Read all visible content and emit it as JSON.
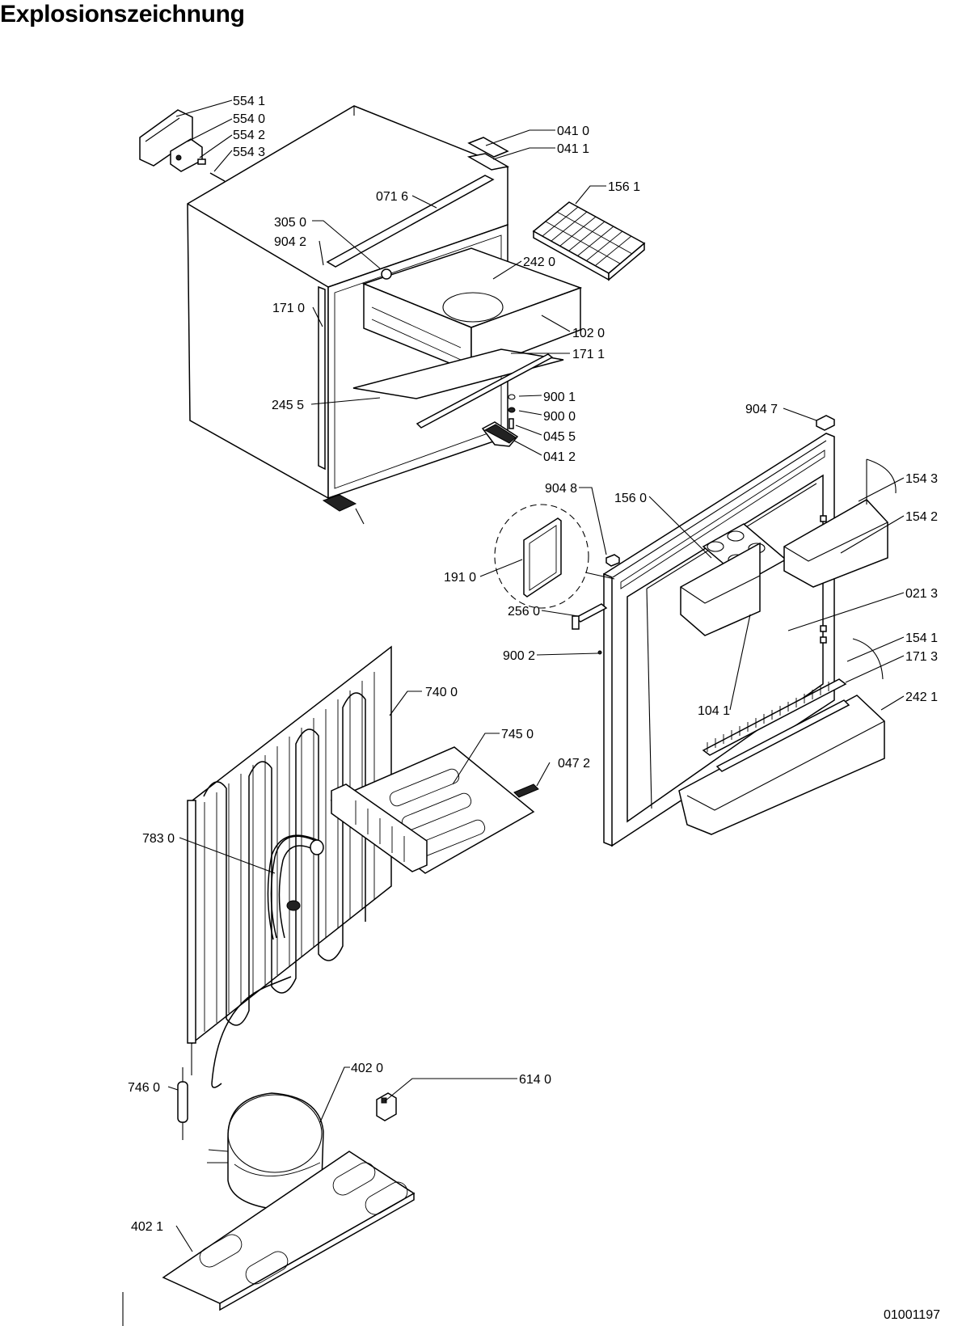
{
  "title": "Explosionszeichnung",
  "document_number": "01001197",
  "part_labels": {
    "p5541": "554 1",
    "p5540": "554 0",
    "p5542": "554 2",
    "p5543": "554 3",
    "p0410": "041 0",
    "p0411": "041 1",
    "p0716": "071 6",
    "p1561": "156 1",
    "p3050": "305 0",
    "p9042": "904 2",
    "p2420": "242 0",
    "p1710": "171 0",
    "p1020": "102 0",
    "p1711": "171 1",
    "p2455": "245 5",
    "p9001": "900 1",
    "p9000": "900 0",
    "p0455": "045 5",
    "p0412": "041 2",
    "p9047": "904 7",
    "p9048": "904 8",
    "p1560": "156 0",
    "p1543": "154 3",
    "p1542": "154 2",
    "p1910": "191 0",
    "p2560": "256 0",
    "p0213": "021 3",
    "p9002": "900 2",
    "p1041": "104 1",
    "p1541": "154 1",
    "p1713": "171 3",
    "p2421": "242 1",
    "p7400": "740 0",
    "p7450": "745 0",
    "p0472": "047 2",
    "p7830": "783 0",
    "p4020": "402 0",
    "p6140": "614 0",
    "p7460": "746 0",
    "p4021": "402 1"
  }
}
